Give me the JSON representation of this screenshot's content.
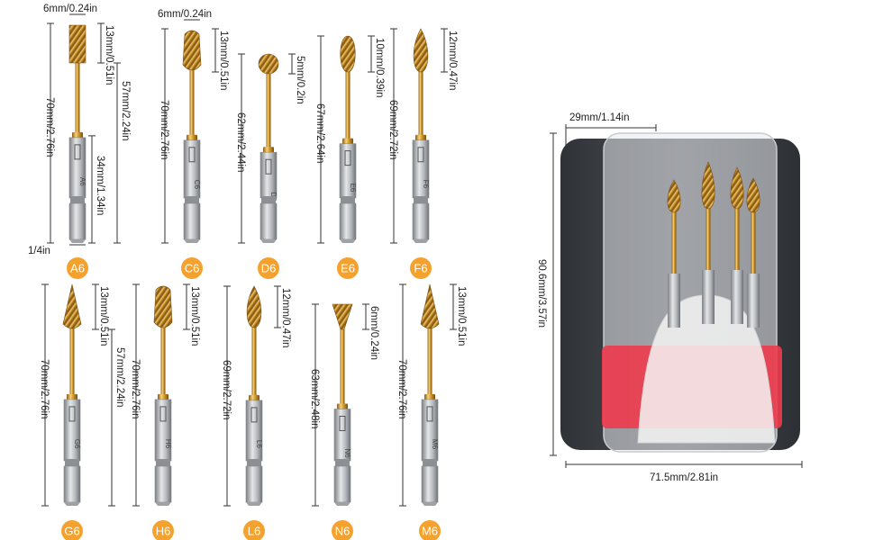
{
  "bits": [
    {
      "code": "A6",
      "tip": "13mm/0.51in",
      "total": "70mm/2.76in",
      "head_width": "6mm/0.24in",
      "shank_dims": [
        "57mm/2.24in",
        "34mm/1.34in"
      ],
      "hex_width": "1/4in"
    },
    {
      "code": "C6",
      "tip": "13mm/0.51in",
      "total": "70mm/2.76in",
      "head_width": "6mm/0.24in"
    },
    {
      "code": "D6",
      "tip": "5mm/0.2in",
      "total": "62mm/2.44in"
    },
    {
      "code": "E6",
      "tip": "10mm/0.39in",
      "total": "67mm/2.64in"
    },
    {
      "code": "F6",
      "tip": "12mm/0.47in",
      "total": "69mm/2.72in"
    },
    {
      "code": "G6",
      "tip": "13mm/0.51in",
      "total": "70mm/2.76in",
      "shank_dims": [
        "57mm/2.24in"
      ]
    },
    {
      "code": "H6",
      "tip": "13mm/0.51in",
      "total": "70mm/2.76in"
    },
    {
      "code": "L6",
      "tip": "12mm/0.47in",
      "total": "69mm/2.72in"
    },
    {
      "code": "N6",
      "tip": "6mm/0.24in",
      "total": "63mm/2.48in"
    },
    {
      "code": "M6",
      "tip": "13mm/0.51in",
      "total": "70mm/2.76in"
    }
  ],
  "case": {
    "inner_width": "29mm/1.14in",
    "height": "90.6mm/3.57in",
    "width": "71.5mm/2.81in"
  },
  "colors": {
    "badge": "#f5a12e",
    "gold": "#d9a53a",
    "steel": "#b9bcc0",
    "case_red": "#ee3b4e",
    "case_dark": "#3a3d42"
  }
}
